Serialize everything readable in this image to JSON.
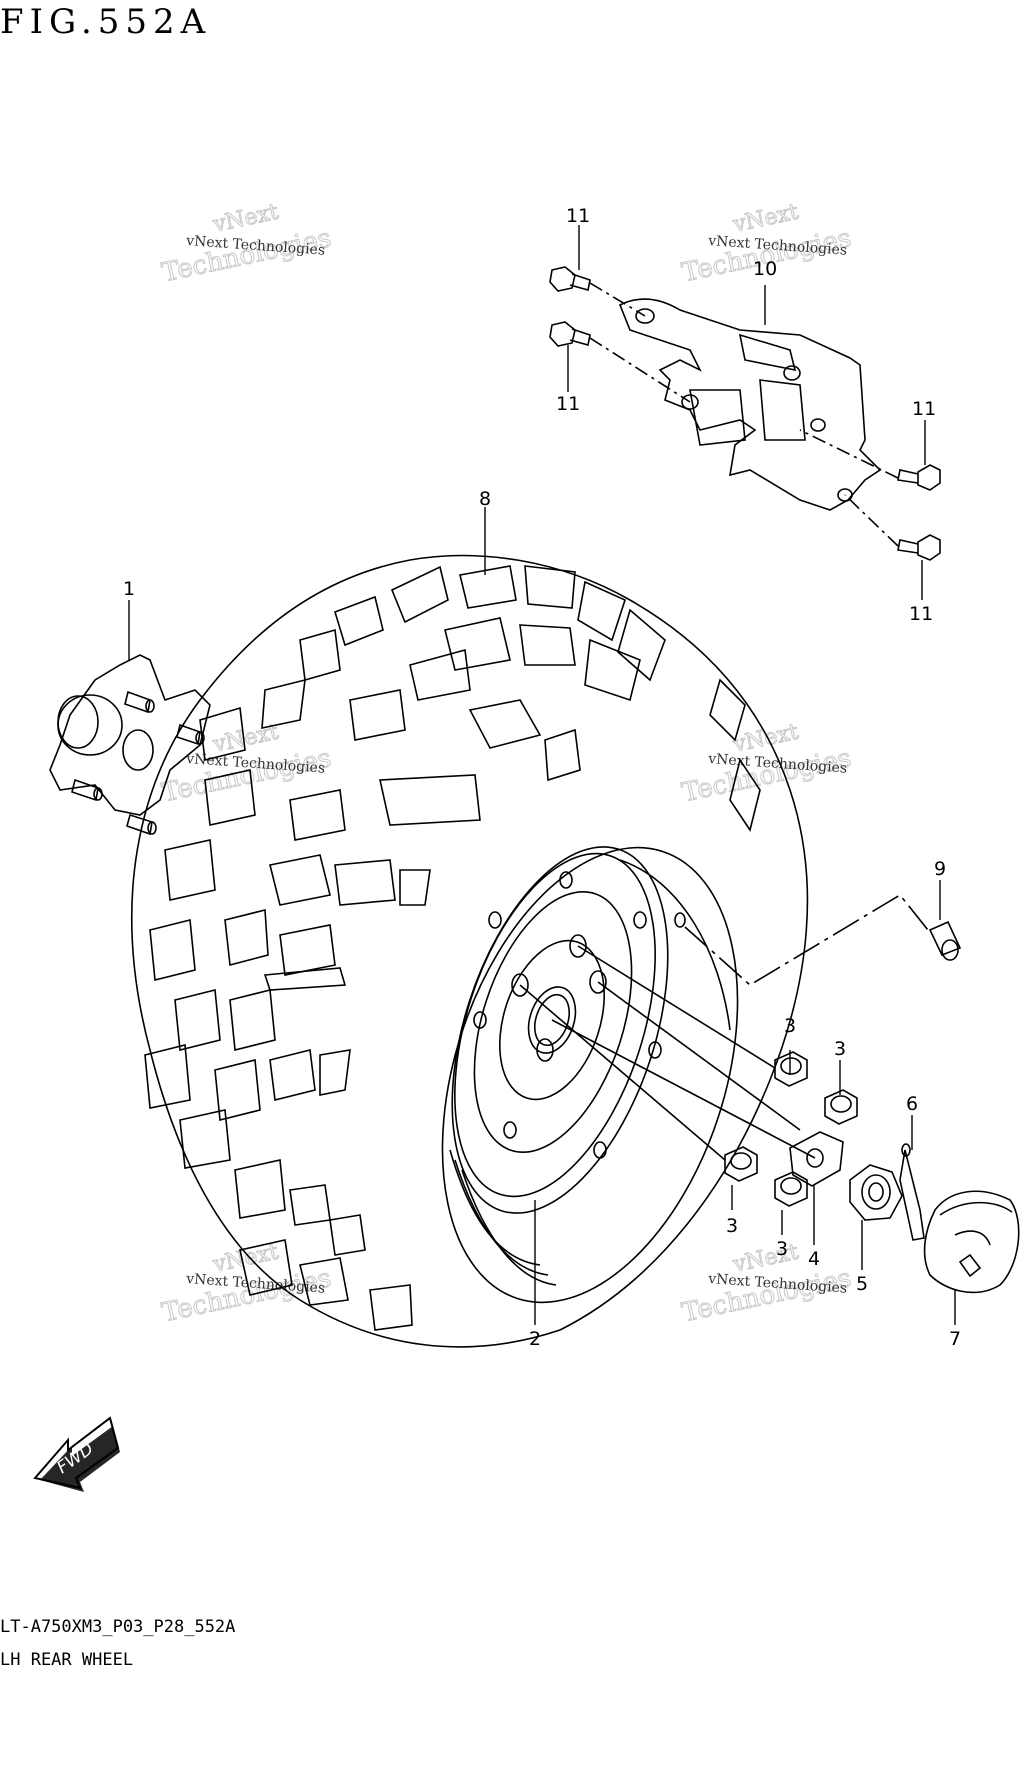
{
  "figure": {
    "title": "FIG.552A",
    "model_code": "LT-A750XM3_P03_P28_552A",
    "caption": "LH REAR WHEEL",
    "fwd_label": "FWD"
  },
  "watermark": {
    "line1": "vNext",
    "line2": "vNext Technologies",
    "line3": "Technologies"
  },
  "callouts": {
    "c1": "1",
    "c2": "2",
    "c3a": "3",
    "c3b": "3",
    "c3c": "3",
    "c3d": "3",
    "c4": "4",
    "c5": "5",
    "c6": "6",
    "c7": "7",
    "c8": "8",
    "c9": "9",
    "c10": "10",
    "c11a": "11",
    "c11b": "11",
    "c11c": "11",
    "c11d": "11"
  }
}
